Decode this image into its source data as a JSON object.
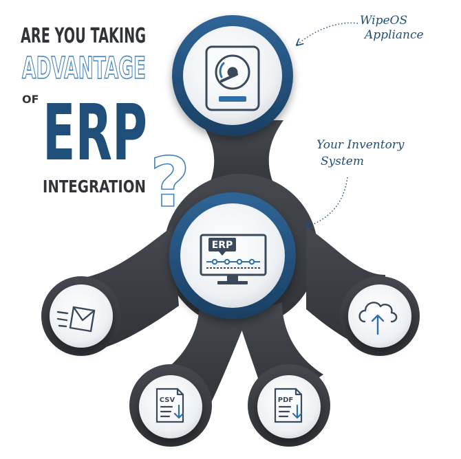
{
  "headline": {
    "line1": "ARE YOU TAKING",
    "line2": "ADVANTAGE",
    "of": "OF",
    "erp": "ERP",
    "question": "?",
    "line4": "INTEGRATION"
  },
  "annotations": {
    "wipeos_line1": "WipeOS",
    "wipeos_line2": "Appliance",
    "inventory_line1": "Your Inventory",
    "inventory_line2": "System"
  },
  "hub": {
    "erp_label": "ERP"
  },
  "icons": {
    "top": "hard-drive-icon",
    "center": "erp-monitor-icon",
    "left": "email-icon",
    "right": "cloud-upload-icon",
    "bottom_left": "csv-download-icon",
    "bottom_right": "pdf-download-icon"
  },
  "files": {
    "csv_label": "CSV",
    "pdf_label": "PDF"
  },
  "colors": {
    "navy": "#1f4e79",
    "ring_blue": "#2c5f8e",
    "dark_body": "#3a3d42",
    "icon_line": "#3a4a5a",
    "icon_accent": "#2f6fa8",
    "outline_text": "#3d7fc1"
  }
}
